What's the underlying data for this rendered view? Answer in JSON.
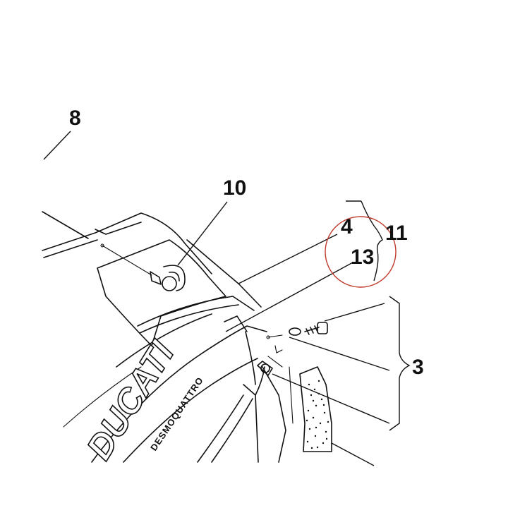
{
  "callouts": {
    "c8": "8",
    "c10": "10",
    "c4": "4",
    "c13": "13",
    "c11": "11",
    "c3": "3"
  },
  "decals": {
    "brand": "DUCATI",
    "model": "DESMOQUATTRO"
  },
  "colors": {
    "line": "#111111",
    "highlight_circle": "#c0392b",
    "background": "#ffffff"
  }
}
